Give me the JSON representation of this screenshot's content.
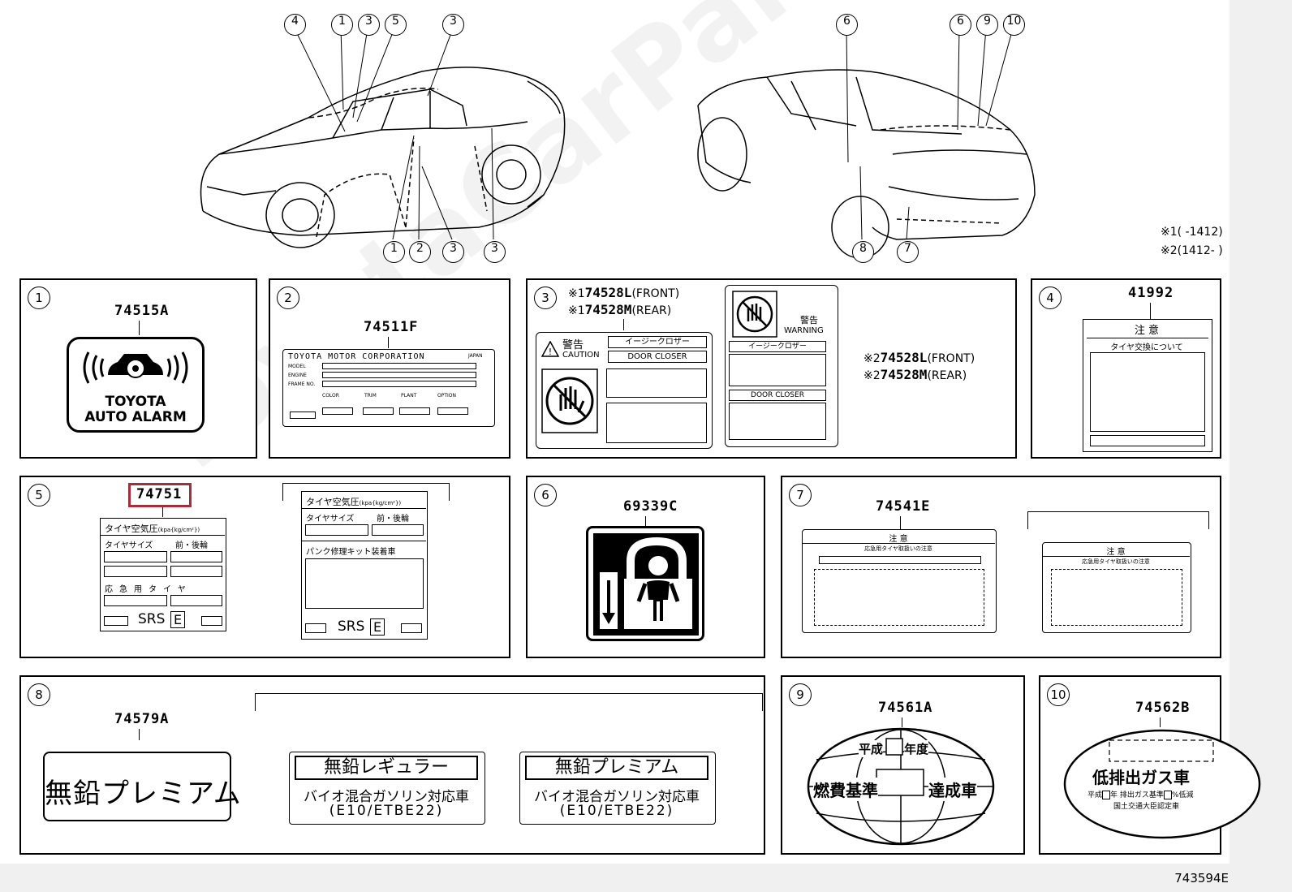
{
  "diagram_number": "743594E",
  "watermark_text": "ToyotaCarPartner.ru",
  "notes": [
    {
      "mark": "※1",
      "text": "(       -1412)"
    },
    {
      "mark": "※2",
      "text": "(1412-       )"
    }
  ],
  "front_callouts": [
    "4",
    "1",
    "3",
    "5",
    "3",
    "1",
    "2",
    "3",
    "3"
  ],
  "rear_callouts": [
    "6",
    "6",
    "9",
    "10",
    "8",
    "7"
  ],
  "panels": {
    "p1": {
      "num": "1",
      "part": "74515A",
      "label_line1": "TOYOTA",
      "label_line2": "AUTO ALARM"
    },
    "p2": {
      "num": "2",
      "part": "74511F",
      "maker": "TOYOTA MOTOR CORPORATION",
      "country": "JAPAN",
      "fields": [
        "MODEL",
        "ENGINE",
        "FRAME NO."
      ],
      "codes": [
        "COLOR",
        "TRIM",
        "PLANT",
        "OPTION"
      ]
    },
    "p3": {
      "num": "3",
      "left_lines": [
        {
          "mark": "※1",
          "part": "74528L",
          "side": "(FRONT)"
        },
        {
          "mark": "※1",
          "part": "74528M",
          "side": "(REAR)"
        }
      ],
      "right_lines": [
        {
          "mark": "※2",
          "part": "74528L",
          "side": "(FRONT)"
        },
        {
          "mark": "※2",
          "part": "74528M",
          "side": "(REAR)"
        }
      ],
      "warn_jp": "警告",
      "caution": "CAUTION",
      "easy_closer": "イージークロザー",
      "door_closer": "DOOR CLOSER",
      "warn_jp2": "警告",
      "warning": "WARNING"
    },
    "p4": {
      "num": "4",
      "part": "41992",
      "title": "注 意",
      "subtitle": "タイヤ交換について"
    },
    "p5": {
      "num": "5",
      "part": "74751",
      "title": "タイヤ空気圧",
      "unit": "(kpa{kg/cm²})",
      "col1": "タイヤサイズ",
      "col2": "前・後輪",
      "spare": "応急用タイヤ",
      "repair_kit": "パンク修理キット装着車",
      "srs": "SRS",
      "e": "E"
    },
    "p6": {
      "num": "6",
      "part": "69339C"
    },
    "p7": {
      "num": "7",
      "part": "74541E",
      "title": "注 意",
      "line": "応急用タイヤ取扱いの注意"
    },
    "p8": {
      "num": "8",
      "part": "74579A",
      "big_label": "無鉛プレミアム",
      "regular": "無鉛レギュラー",
      "premium": "無鉛プレミアム",
      "bio": "バイオ混合ガソリン対応車",
      "etbe": "(E10/ETBE22)"
    },
    "p9": {
      "num": "9",
      "part": "74561A",
      "heisei": "平成",
      "nendo": "年度",
      "left": "燃費基準",
      "right": "達成車"
    },
    "p10": {
      "num": "10",
      "part": "74562B",
      "title": "低排出ガス車",
      "line1_a": "平成",
      "line1_b": "年",
      "line1_c": "排出ガス基準",
      "line1_d": "%低減",
      "line2": "国土交通大臣認定車"
    }
  }
}
